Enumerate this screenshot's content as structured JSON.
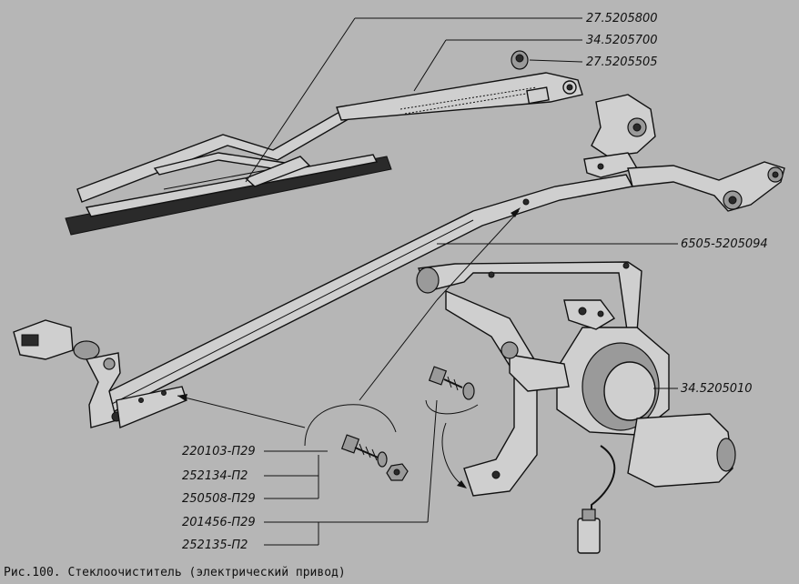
{
  "labels": {
    "wiper_arm": "27.5205800",
    "arm_spring_assembly": "34.5205700",
    "nut_top": "27.5205505",
    "linkage": "6505-5205094",
    "motor": "34.5205010",
    "bolt_1": "220103-П29",
    "washer_1": "252134-П2",
    "nut_1": "250508-П29",
    "bolt_2": "201456-П29",
    "washer_2": "252135-П2"
  },
  "caption": "Рис.100. Стеклоочиститель (электрический привод)"
}
